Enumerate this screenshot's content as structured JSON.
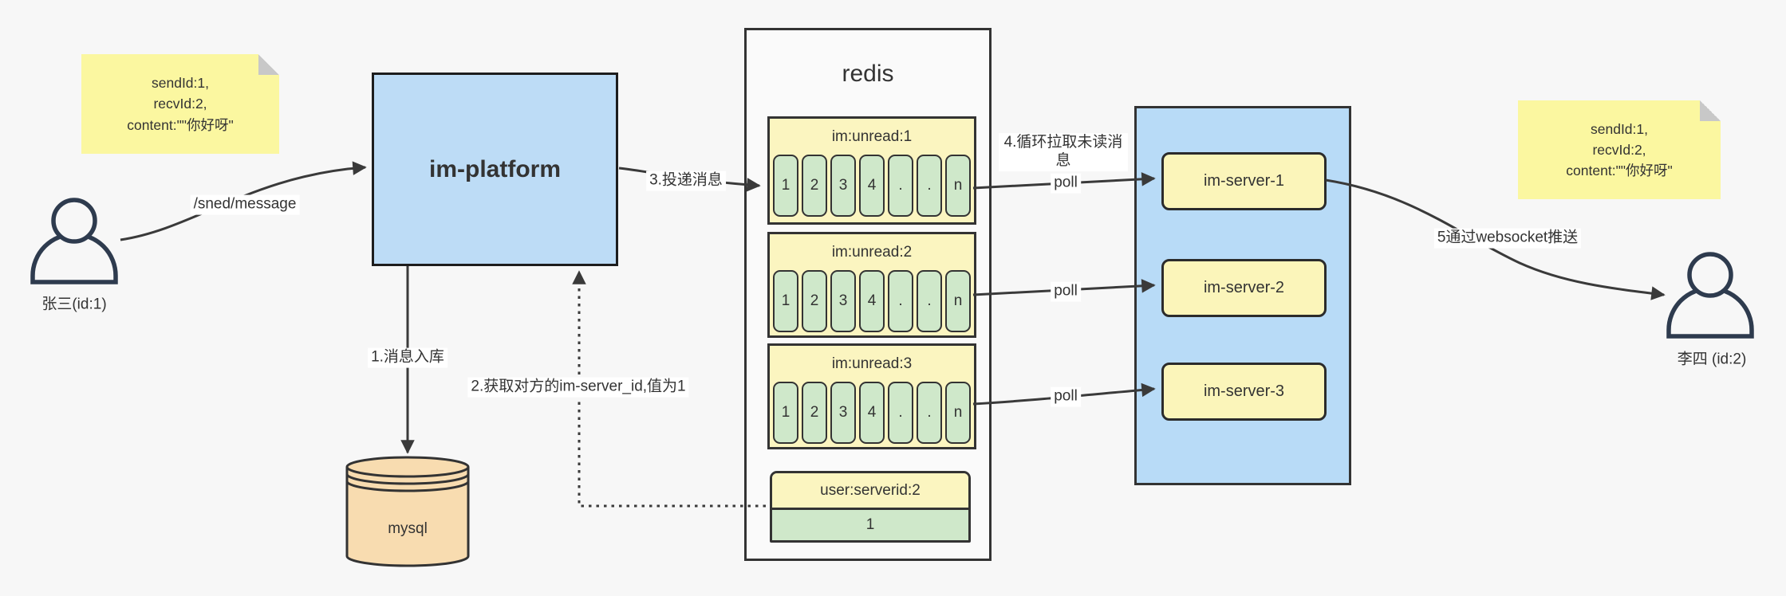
{
  "colors": {
    "background": "#f7f7f7",
    "note_yellow": "#fbf7a0",
    "box_blue": "#bddcf6",
    "container_blue": "#b8dbf7",
    "header_yellow": "#fbf5c0",
    "server_yellow": "#fbf5ba",
    "cell_green": "#cfe8ca",
    "cylinder_orange": "#f8dcb0",
    "stroke_dark": "#333333",
    "person_navy": "#2e3b4e",
    "text": "#333333"
  },
  "notes": {
    "left": {
      "lines": [
        "sendId:1,",
        "recvId:2,",
        "content:\"\"你好呀\""
      ]
    },
    "right": {
      "lines": [
        "sendId:1,",
        "recvId:2,",
        "content:\"\"你好呀\""
      ]
    }
  },
  "actors": {
    "sender": "张三(id:1)",
    "receiver": "李四 (id:2)"
  },
  "nodes": {
    "platform": "im-platform",
    "database": "mysql",
    "redis": {
      "title": "redis",
      "queues": [
        {
          "header": "im:unread:1",
          "cells": [
            "1",
            "2",
            "3",
            "4",
            ".",
            ".",
            "n"
          ]
        },
        {
          "header": "im:unread:2",
          "cells": [
            "1",
            "2",
            "3",
            "4",
            ".",
            ".",
            "n"
          ]
        },
        {
          "header": "im:unread:3",
          "cells": [
            "1",
            "2",
            "3",
            "4",
            ".",
            ".",
            "n"
          ]
        }
      ],
      "kv": {
        "header": "user:serverid:2",
        "value": "1"
      }
    },
    "servers": [
      "im-server-1",
      "im-server-2",
      "im-server-3"
    ]
  },
  "edges": {
    "send": "/sned/message",
    "step1": "1.消息入库",
    "step2": "2.获取对方的im-server_id,值为1",
    "step3": "3.投递消息",
    "step4": "4.循环拉取未读消息",
    "step5": "5通过websocket推送",
    "poll1": "poll",
    "poll2": "poll",
    "poll3": "poll"
  }
}
